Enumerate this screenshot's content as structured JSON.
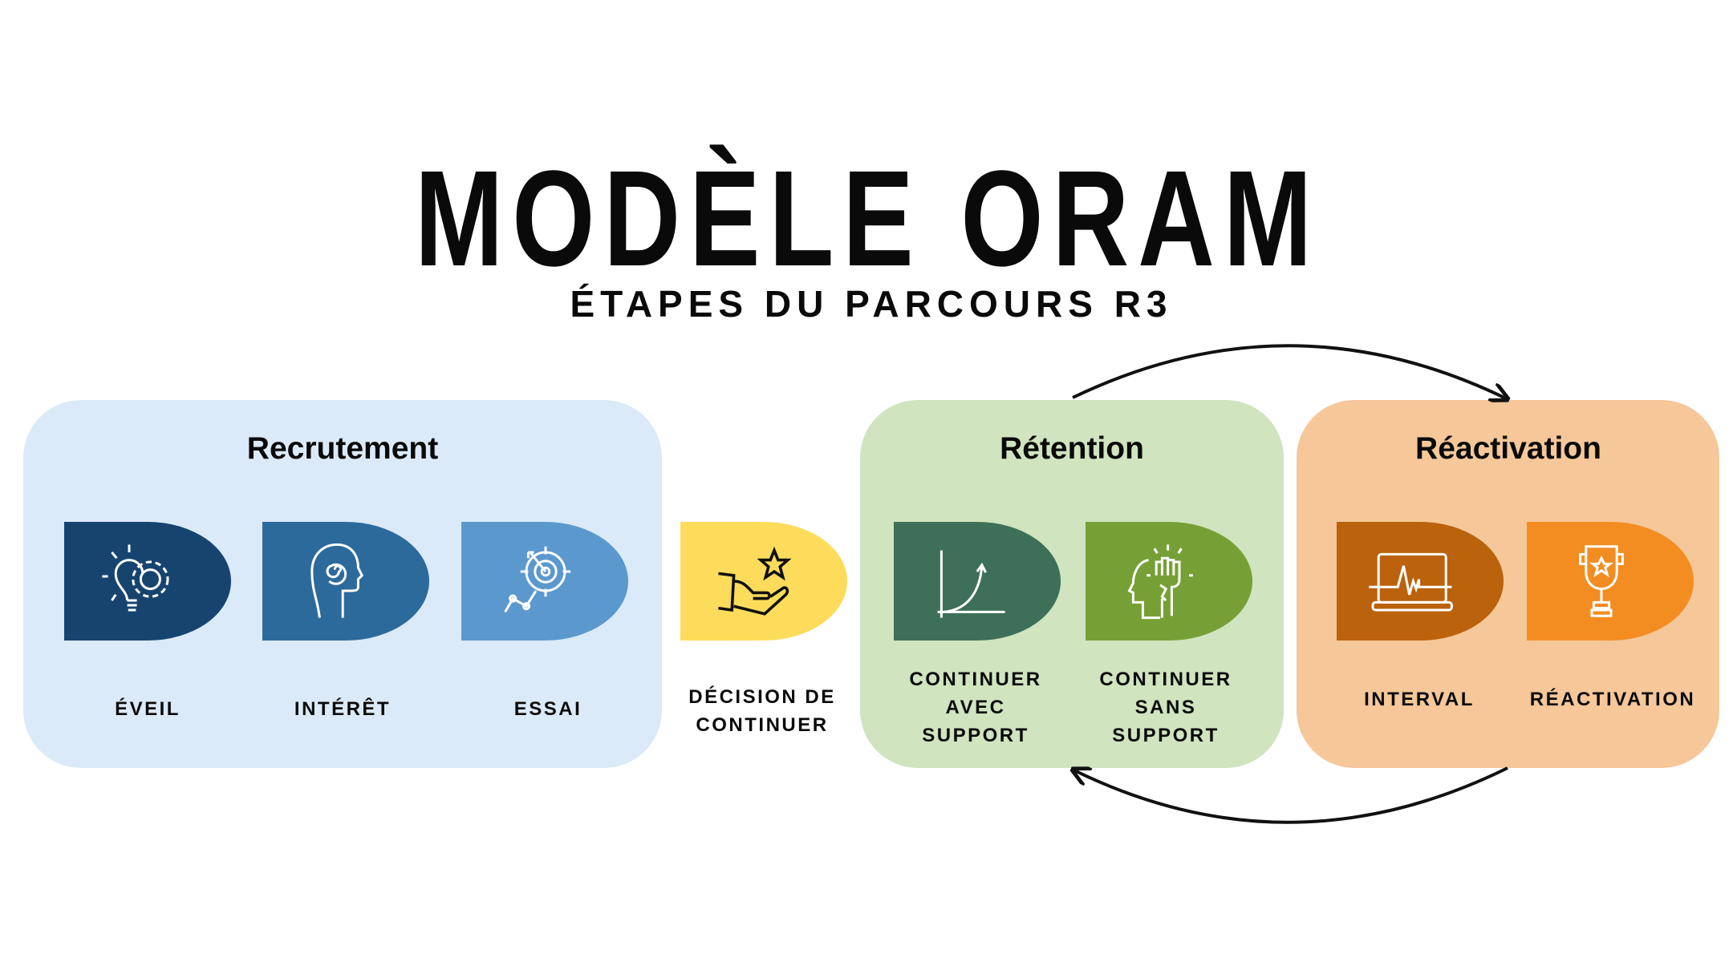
{
  "header": {
    "title": "MODÈLE ORAM",
    "subtitle": "ÉTAPES DU PARCOURS R3"
  },
  "groups": [
    {
      "title": "Recrutement",
      "color": "#dbeaf8"
    },
    {
      "title": "Rétention",
      "color": "#cfe4bf"
    },
    {
      "title": "Réactivation",
      "color": "#f5c799"
    }
  ],
  "steps": [
    {
      "label": "ÉVEIL",
      "icon": "lightbulb-gear-icon",
      "color": "#17446f"
    },
    {
      "label": "INTÉRÊT",
      "icon": "head-spiral-icon",
      "color": "#2d6a9c"
    },
    {
      "label": "ESSAI",
      "icon": "target-arrow-icon",
      "color": "#5b98ce"
    },
    {
      "label_lines": [
        "DÉCISION DE",
        "CONTINUER"
      ],
      "icon": "hand-star-icon",
      "color": "#fddc5b"
    },
    {
      "label_lines": [
        "CONTINUER",
        "AVEC",
        "SUPPORT"
      ],
      "icon": "growth-chart-icon",
      "color": "#3e6f58"
    },
    {
      "label_lines": [
        "CONTINUER",
        "SANS",
        "SUPPORT"
      ],
      "icon": "head-fist-icon",
      "color": "#76a036"
    },
    {
      "label": "INTERVAL",
      "icon": "laptop-pulse-icon",
      "color": "#bb620c"
    },
    {
      "label": "RÉACTIVATION",
      "icon": "trophy-star-icon",
      "color": "#f38d22"
    }
  ]
}
